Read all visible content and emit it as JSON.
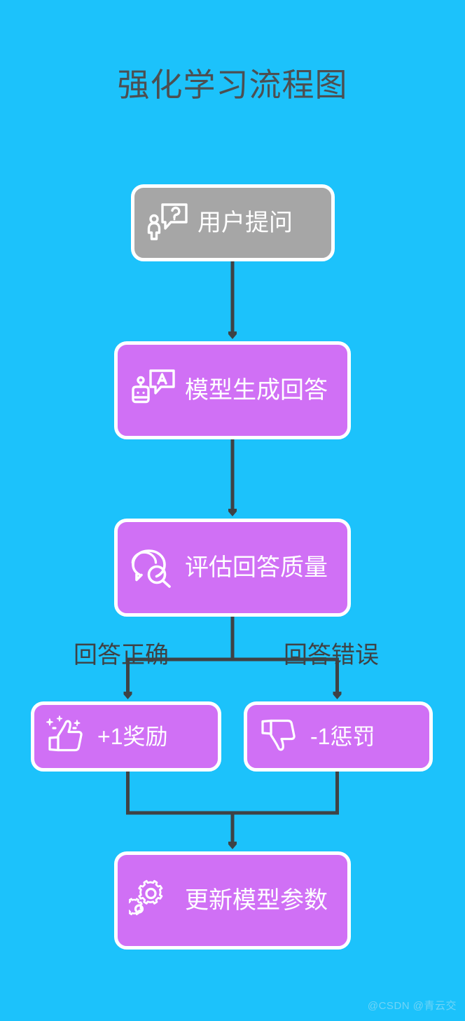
{
  "page": {
    "title": "强化学习流程图",
    "background_color": "#1cc2fb",
    "title_color": "#4c4f52",
    "node_purple": "#d070f5",
    "node_gray": "#a6a6a6",
    "node_border": "#ffffff",
    "edge_color": "#3e4245",
    "watermark": "@CSDN @青云交"
  },
  "nodes": [
    {
      "id": "user-question",
      "label": "用户提问",
      "icon": "person-question-bubble-icon",
      "style": "gray"
    },
    {
      "id": "model-generate",
      "label": "模型生成回答",
      "icon": "robot-answer-bubble-icon",
      "style": "purple"
    },
    {
      "id": "evaluate-quality",
      "label": "评估回答质量",
      "icon": "chat-magnifier-icon",
      "style": "purple"
    },
    {
      "id": "reward",
      "label": "+1奖励",
      "icon": "thumbs-up-sparkle-icon",
      "style": "purple"
    },
    {
      "id": "penalty",
      "label": "-1惩罚",
      "icon": "thumbs-down-icon",
      "style": "purple"
    },
    {
      "id": "update-params",
      "label": "更新模型参数",
      "icon": "gears-icon",
      "style": "purple"
    }
  ],
  "edge_labels": {
    "correct": "回答正确",
    "wrong": "回答错误"
  },
  "chart_data": {
    "type": "flowchart",
    "title": "强化学习流程图",
    "direction": "top-to-bottom",
    "nodes": [
      {
        "id": "user-question",
        "label": "用户提问",
        "color": "#a6a6a6"
      },
      {
        "id": "model-generate",
        "label": "模型生成回答",
        "color": "#d070f5"
      },
      {
        "id": "evaluate-quality",
        "label": "评估回答质量",
        "color": "#d070f5"
      },
      {
        "id": "reward",
        "label": "+1奖励",
        "color": "#d070f5"
      },
      {
        "id": "penalty",
        "label": "-1惩罚",
        "color": "#d070f5"
      },
      {
        "id": "update-params",
        "label": "更新模型参数",
        "color": "#d070f5"
      }
    ],
    "edges": [
      {
        "from": "user-question",
        "to": "model-generate",
        "label": ""
      },
      {
        "from": "model-generate",
        "to": "evaluate-quality",
        "label": ""
      },
      {
        "from": "evaluate-quality",
        "to": "reward",
        "label": "回答正确"
      },
      {
        "from": "evaluate-quality",
        "to": "penalty",
        "label": "回答错误"
      },
      {
        "from": "reward",
        "to": "update-params",
        "label": ""
      },
      {
        "from": "penalty",
        "to": "update-params",
        "label": ""
      }
    ]
  }
}
